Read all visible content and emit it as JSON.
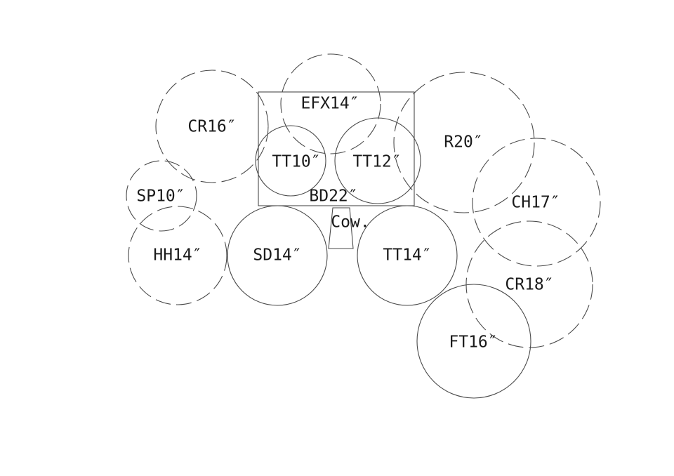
{
  "drums": {
    "bass_drum": "BD22″",
    "cowbell": "Cow.",
    "snare": "SD14″",
    "tom_10": "TT10″",
    "tom_12": "TT12″",
    "tom_14": "TT14″",
    "floor_tom": "FT16″"
  },
  "cymbals": {
    "effects": "EFX14″",
    "crash_16": "CR16″",
    "splash": "SP10″",
    "hihat": "HH14″",
    "ride": "R20″",
    "china": "CH17″",
    "crash_18": "CR18″"
  }
}
